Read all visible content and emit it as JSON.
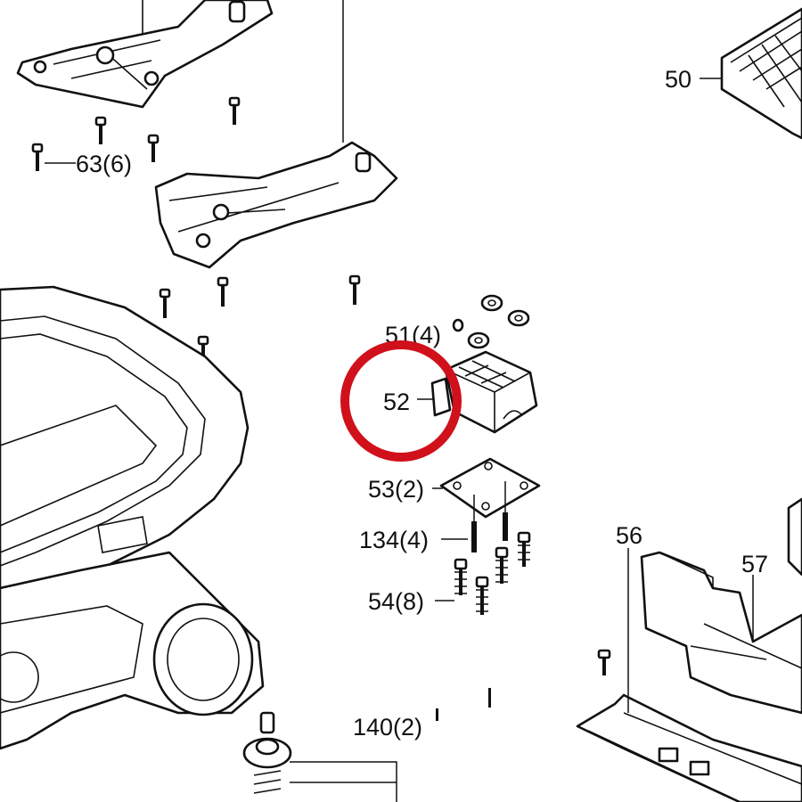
{
  "diagram": {
    "callouts": [
      {
        "id": "c50",
        "text": "50"
      },
      {
        "id": "c63",
        "text": "63(6)"
      },
      {
        "id": "c51",
        "text": "51(4)"
      },
      {
        "id": "c52",
        "text": "52"
      },
      {
        "id": "c53",
        "text": "53(2)"
      },
      {
        "id": "c134",
        "text": "134(4)"
      },
      {
        "id": "c54",
        "text": "54(8)"
      },
      {
        "id": "c56",
        "text": "56"
      },
      {
        "id": "c57",
        "text": "57"
      },
      {
        "id": "c140",
        "text": "140(2)"
      }
    ],
    "highlight": {
      "target": "52",
      "color": "#d0101a"
    }
  }
}
